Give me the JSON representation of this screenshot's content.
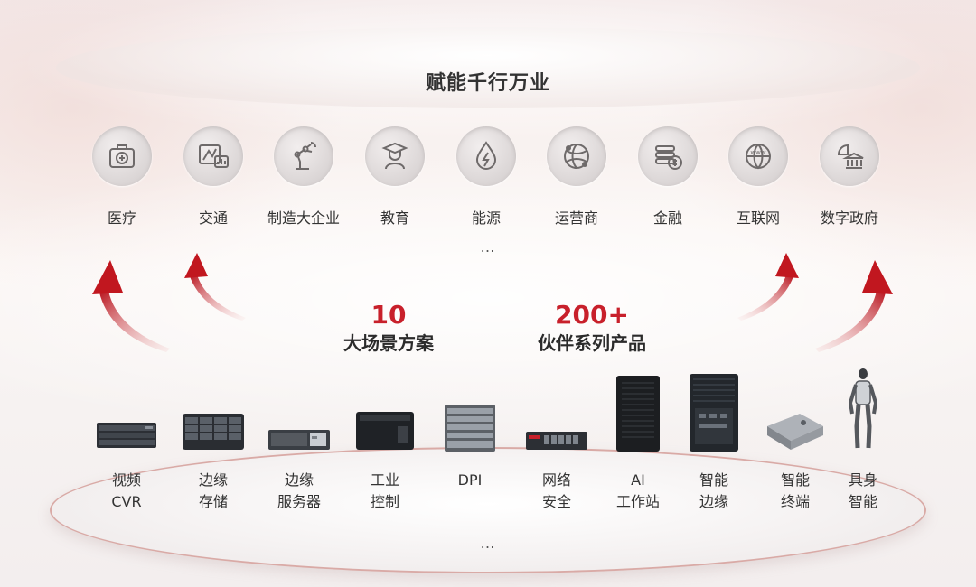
{
  "heading": "赋能千行万业",
  "industries": [
    {
      "label": "医疗",
      "icon": "medical-kit-icon"
    },
    {
      "label": "交通",
      "icon": "traffic-icon"
    },
    {
      "label": "制造大企业",
      "icon": "robot-arm-icon"
    },
    {
      "label": "教育",
      "icon": "graduate-icon"
    },
    {
      "label": "能源",
      "icon": "energy-drop-icon"
    },
    {
      "label": "运营商",
      "icon": "globe-network-icon"
    },
    {
      "label": "金融",
      "icon": "coins-icon"
    },
    {
      "label": "互联网",
      "icon": "www-icon"
    },
    {
      "label": "数字政府",
      "icon": "government-icon"
    }
  ],
  "industries_more": "…",
  "stats": [
    {
      "number": "10",
      "text": "大场景方案"
    },
    {
      "number": "200+",
      "text": "伙伴系列产品"
    }
  ],
  "products": [
    {
      "line1": "视频",
      "line2": "CVR",
      "icon": "cvr-rack-icon"
    },
    {
      "line1": "边缘",
      "line2": "存储",
      "icon": "storage-server-icon"
    },
    {
      "line1": "边缘",
      "line2": "服务器",
      "icon": "edge-server-icon"
    },
    {
      "line1": "工业",
      "line2": "控制",
      "icon": "industrial-controller-icon"
    },
    {
      "line1": "DPI",
      "line2": "",
      "icon": "dpi-chassis-icon"
    },
    {
      "line1": "网络",
      "line2": "安全",
      "icon": "network-security-icon"
    },
    {
      "line1": "AI",
      "line2": "工作站",
      "icon": "ai-workstation-icon"
    },
    {
      "line1": "智能",
      "line2": "边缘",
      "icon": "edge-box-icon"
    },
    {
      "line1": "智能",
      "line2": "终端",
      "icon": "smart-terminal-icon"
    },
    {
      "line1": "具身",
      "line2": "智能",
      "icon": "humanoid-robot-icon"
    }
  ],
  "products_more": "…",
  "colors": {
    "accent_red": "#c8202b",
    "text_dark": "#333333",
    "icon_gray": "#6e6a6a"
  }
}
